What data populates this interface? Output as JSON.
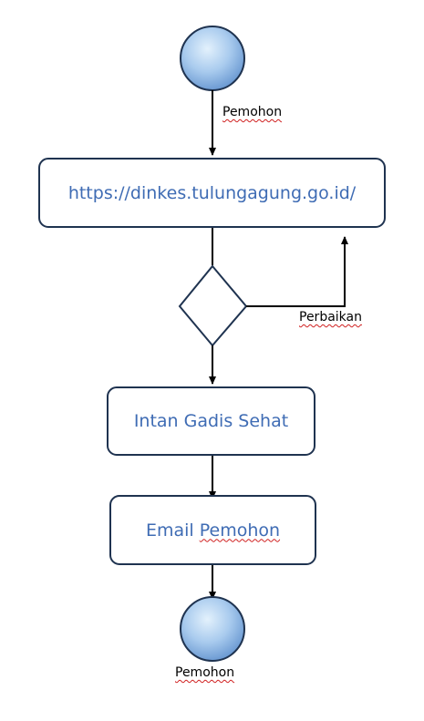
{
  "start_node": {
    "label": "Pemohon"
  },
  "steps": [
    {
      "id": "url",
      "text": "https://dinkes.tulungagung.go.id/"
    },
    {
      "id": "intan",
      "text": "Intan Gadis Sehat"
    },
    {
      "id": "email",
      "text_prefix": "Email ",
      "text_marked": "Pemohon"
    }
  ],
  "decision": {
    "loop_label": "Perbaikan"
  },
  "end_node": {
    "label": "Pemohon"
  },
  "colors": {
    "node_fill_light": "#dfeefb",
    "node_fill_dark": "#6f9ed6",
    "node_stroke": "#1f3350",
    "box_text": "#3f6cb4",
    "spellcheck_underline": "#d02020"
  }
}
